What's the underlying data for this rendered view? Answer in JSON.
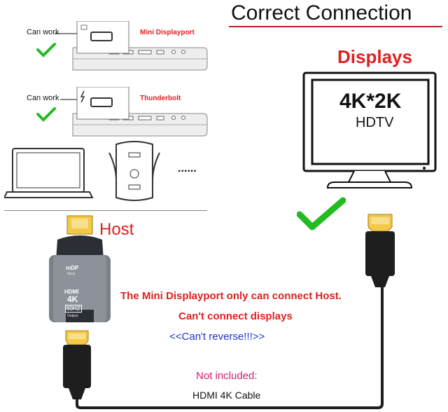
{
  "header": {
    "title": "Correct Connection"
  },
  "top_diagrams": [
    {
      "status": "Can work",
      "port_name": "Mini Displayport"
    },
    {
      "status": "Can work",
      "port_name": "Thunderbolt"
    }
  ],
  "more_devices": "......",
  "host": {
    "label": "Host"
  },
  "displays": {
    "label": "Displays",
    "screen_main": "4K*2K",
    "screen_sub": "HDTV"
  },
  "adapter": {
    "brand": "mDP",
    "sub1": "Input",
    "type": "HDMI",
    "res": "4K",
    "freq": "60HZ",
    "sub2": "Output"
  },
  "notes": {
    "line1": "The Mini Displayport only can connect Host.",
    "line2": "Can't connect displays",
    "line3": "<<Can't reverse!!!>>"
  },
  "cable": {
    "not_included": "Not included:",
    "name": "HDMI 4K Cable"
  },
  "colors": {
    "accent_red": "#e02020",
    "check_green": "#22bb22",
    "blue": "#2233cc"
  }
}
